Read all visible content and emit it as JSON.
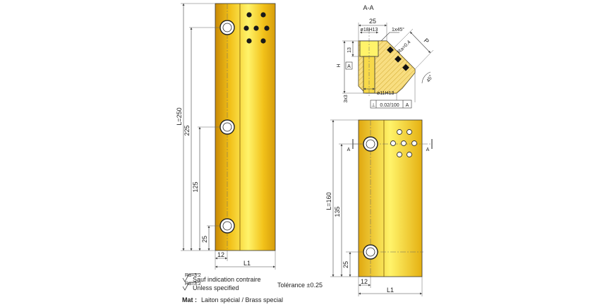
{
  "colors": {
    "brass_light": "#fff36a",
    "brass_mid": "#f2c21a",
    "brass_dark": "#c98a06",
    "outline": "#333333",
    "dim_line": "#555555",
    "hole": "#222222"
  },
  "left_view": {
    "length_label": "L=250",
    "dim_225": "225",
    "dim_125": "125",
    "dim_25": "25",
    "dim_12": "12",
    "dim_L1": "L1"
  },
  "section": {
    "title": "A-A",
    "dim_25": "25",
    "bore_top": "ø18H13",
    "chamfer": "1x45°",
    "dim_P": "P",
    "dim_13": "13",
    "dim_H": "H",
    "datum_A": "A",
    "roughness": "Ra=0.4",
    "angle": "45°",
    "bore_bottom": "ø11H13",
    "dim_3x3": "3x3",
    "tolerance_frame": [
      "⊥",
      "0.02/100",
      "A"
    ]
  },
  "right_view": {
    "length_label": "L=160",
    "dim_135": "135",
    "dim_25": "25",
    "dim_12": "12",
    "dim_L1": "L1",
    "section_mark": "A"
  },
  "notes": {
    "ra_symbol": "Ra=3.2",
    "line1": "Sauf indication contraire",
    "line2": "Unless specified",
    "tolerance": "Tolérance ±0.25",
    "material_label": "Mat :",
    "material": "Laiton spécial / Brass special"
  }
}
